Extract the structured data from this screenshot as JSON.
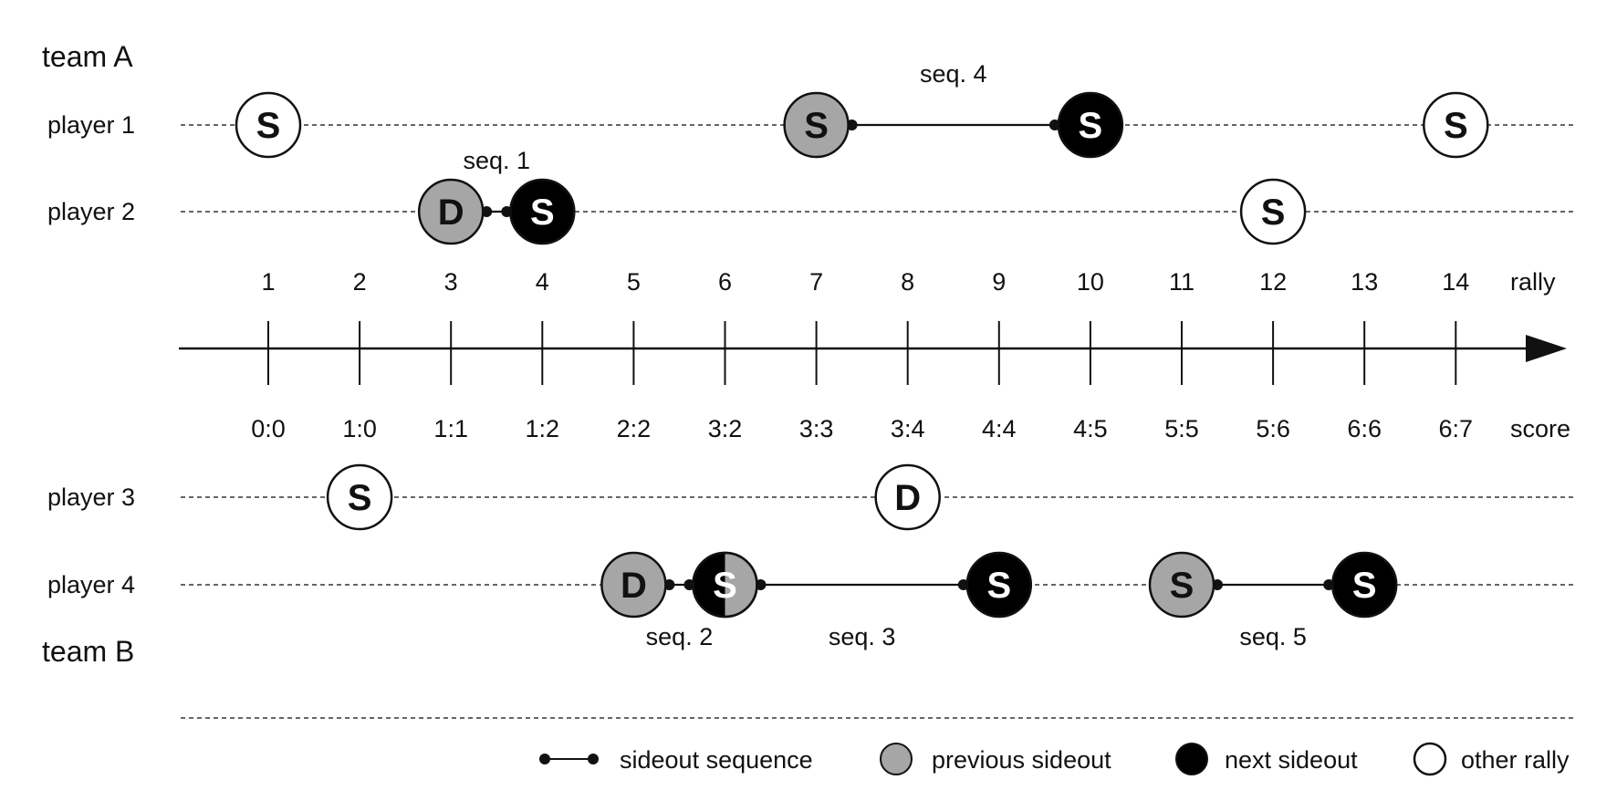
{
  "team_labels": {
    "top": "team A",
    "bottom": "team B"
  },
  "players": [
    {
      "id": "p1",
      "label": "player 1"
    },
    {
      "id": "p2",
      "label": "player 2"
    },
    {
      "id": "p3",
      "label": "player 3"
    },
    {
      "id": "p4",
      "label": "player 4"
    }
  ],
  "rally_label": "rally",
  "score_label": "score",
  "rallies": [
    "1",
    "2",
    "3",
    "4",
    "5",
    "6",
    "7",
    "8",
    "9",
    "10",
    "11",
    "12",
    "13",
    "14"
  ],
  "scores": [
    "0:0",
    "1:0",
    "1:1",
    "1:2",
    "2:2",
    "3:2",
    "3:3",
    "3:4",
    "4:4",
    "4:5",
    "5:5",
    "5:6",
    "6:6",
    "6:7"
  ],
  "events": [
    {
      "player": "p1",
      "rally": 1,
      "letter": "S",
      "kind": "other"
    },
    {
      "player": "p1",
      "rally": 7,
      "letter": "S",
      "kind": "previous"
    },
    {
      "player": "p1",
      "rally": 10,
      "letter": "S",
      "kind": "next"
    },
    {
      "player": "p1",
      "rally": 14,
      "letter": "S",
      "kind": "other"
    },
    {
      "player": "p2",
      "rally": 3,
      "letter": "D",
      "kind": "previous"
    },
    {
      "player": "p2",
      "rally": 4,
      "letter": "S",
      "kind": "next"
    },
    {
      "player": "p2",
      "rally": 12,
      "letter": "S",
      "kind": "other"
    },
    {
      "player": "p3",
      "rally": 2,
      "letter": "S",
      "kind": "other"
    },
    {
      "player": "p3",
      "rally": 8,
      "letter": "D",
      "kind": "other"
    },
    {
      "player": "p4",
      "rally": 5,
      "letter": "D",
      "kind": "previous"
    },
    {
      "player": "p4",
      "rally": 6,
      "letter": "S",
      "kind": "next-previous"
    },
    {
      "player": "p4",
      "rally": 9,
      "letter": "S",
      "kind": "next"
    },
    {
      "player": "p4",
      "rally": 11,
      "letter": "S",
      "kind": "previous"
    },
    {
      "player": "p4",
      "rally": 13,
      "letter": "S",
      "kind": "next"
    }
  ],
  "sequences": [
    {
      "label": "seq. 1",
      "player": "p2",
      "from": 3,
      "to": 4,
      "label_pos": "above"
    },
    {
      "label": "seq. 2",
      "player": "p4",
      "from": 5,
      "to": 6,
      "label_pos": "below"
    },
    {
      "label": "seq. 3",
      "player": "p4",
      "from": 6,
      "to": 9,
      "label_pos": "below"
    },
    {
      "label": "seq. 4",
      "player": "p1",
      "from": 7,
      "to": 10,
      "label_pos": "above"
    },
    {
      "label": "seq. 5",
      "player": "p4",
      "from": 11,
      "to": 13,
      "label_pos": "below"
    }
  ],
  "legend": {
    "sequence": "sideout sequence",
    "previous": "previous sideout",
    "next": "next sideout",
    "other": "other rally"
  },
  "colors": {
    "previous": "#a6a6a6",
    "next": "#000000",
    "other": "#ffffff",
    "stroke": "#111111"
  }
}
